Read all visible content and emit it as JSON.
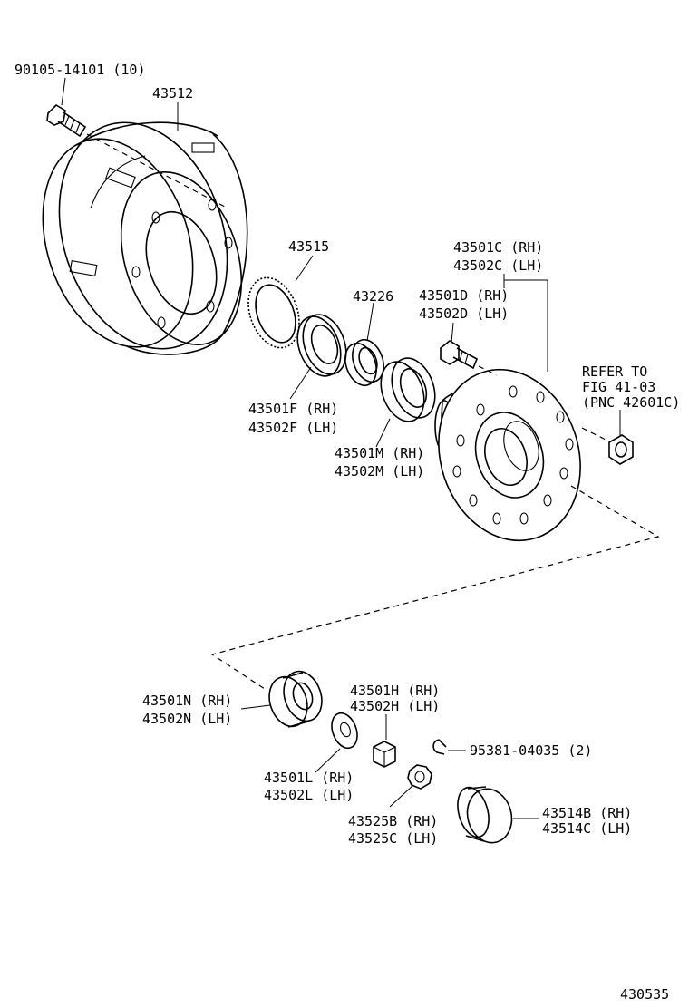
{
  "figure_number": "430535",
  "labels": {
    "bolt": "90105-14101 (10)",
    "drum": "43512",
    "sensor_rotor": "43515",
    "spacer": "43226",
    "seal_rh": "43501F (RH)",
    "seal_lh": "43502F (LH)",
    "inner_bearing_rh": "43501M (RH)",
    "inner_bearing_lh": "43502M (LH)",
    "hub_rh": "43501C (RH)",
    "hub_lh": "43502C (LH)",
    "hub_bolt_rh": "43501D (RH)",
    "hub_bolt_lh": "43502D (LH)",
    "refer_line1": "REFER TO",
    "refer_line2": "FIG 41-03",
    "refer_line3": "(PNC 42601C)",
    "outer_bearing_rh": "43501N (RH)",
    "outer_bearing_lh": "43502N (LH)",
    "nut_rh": "43501H (RH)",
    "nut_lh": "43502H (LH)",
    "cotter_pin": "95381-04035 (2)",
    "washer_rh": "43501L (RH)",
    "washer_lh": "43502L (LH)",
    "lock_cap_rh": "43525B (RH)",
    "lock_cap_lh": "43525C (LH)",
    "grease_cap_rh": "43514B (RH)",
    "grease_cap_lh": "43514C (LH)"
  }
}
